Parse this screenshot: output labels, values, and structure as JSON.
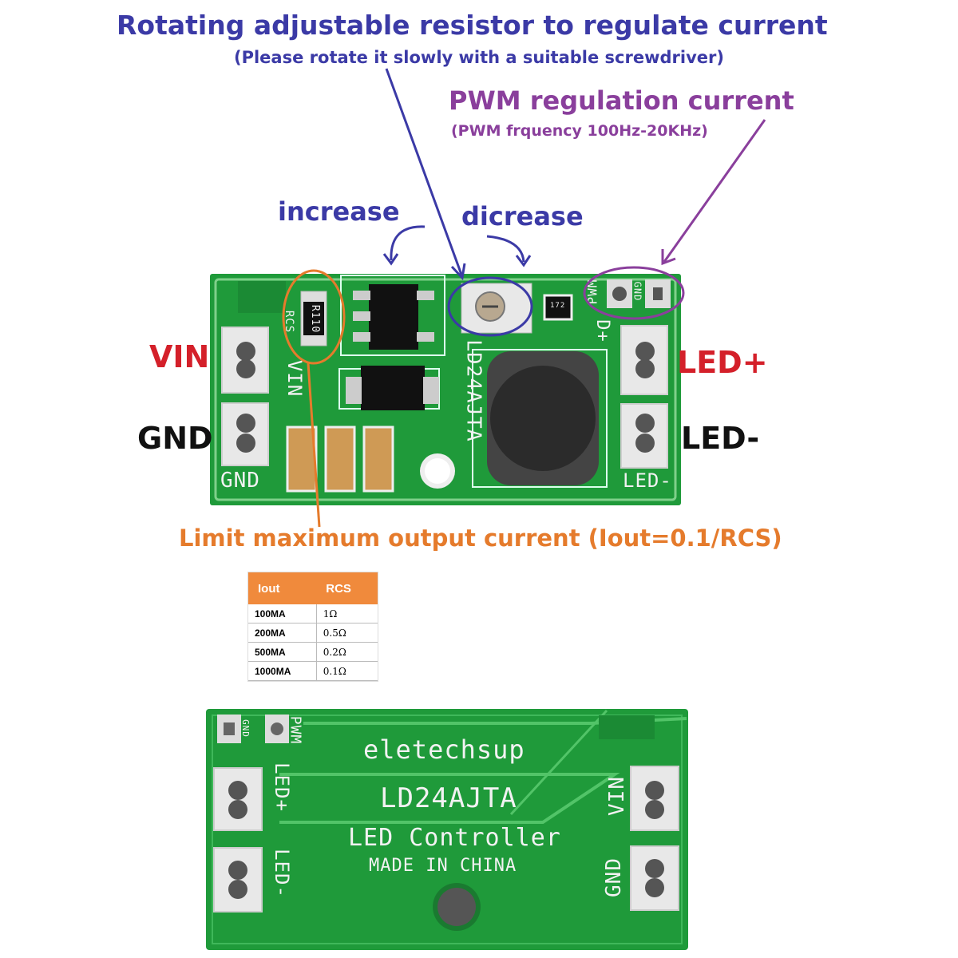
{
  "annotations": {
    "title": "Rotating adjustable resistor to regulate current",
    "title_note": "(Please rotate it slowly with a suitable screwdriver)",
    "pwm_title": "PWM regulation current",
    "pwm_note": "(PWM frquency 100Hz-20KHz)",
    "increase": "increase",
    "decrease": "dicrease",
    "limit_text": "Limit maximum output current (Iout=0.1/RCS)"
  },
  "pins_left": {
    "vin": "VIN",
    "gnd": "GND"
  },
  "pins_right": {
    "led_plus": "LED+",
    "led_minus": "LED-"
  },
  "board_top": {
    "silk_vin": "VIN",
    "silk_gnd": "GND",
    "silk_rcs": "RCS",
    "silk_r110": "R110",
    "silk_model": "LD24AJTA",
    "silk_dplus": "D+",
    "silk_pwm": "PWM",
    "silk_gnd2": "GND",
    "silk_led_minus": "LED-",
    "silk_172": "172"
  },
  "table": {
    "headers": [
      "Iout",
      "RCS"
    ],
    "rows": [
      [
        "100MA",
        "1Ω"
      ],
      [
        "200MA",
        "0.5Ω"
      ],
      [
        "500MA",
        "0.2Ω"
      ],
      [
        "1000MA",
        "0.1Ω"
      ]
    ]
  },
  "board_bottom": {
    "brand": "eletechsup",
    "model": "LD24AJTA",
    "desc": "LED Controller",
    "origin": "MADE IN CHINA",
    "silk_gnd": "GND",
    "silk_pwm": "PWM",
    "silk_led_plus": "LED+",
    "silk_led_minus": "LED-",
    "silk_vin": "VIN",
    "silk_gnd2": "GND"
  },
  "colors": {
    "blue": "#3b3aa6",
    "purple": "#8a3f9c",
    "orange": "#e57b2c",
    "red": "#d4202a",
    "pcb_green": "#1f9a3a"
  }
}
